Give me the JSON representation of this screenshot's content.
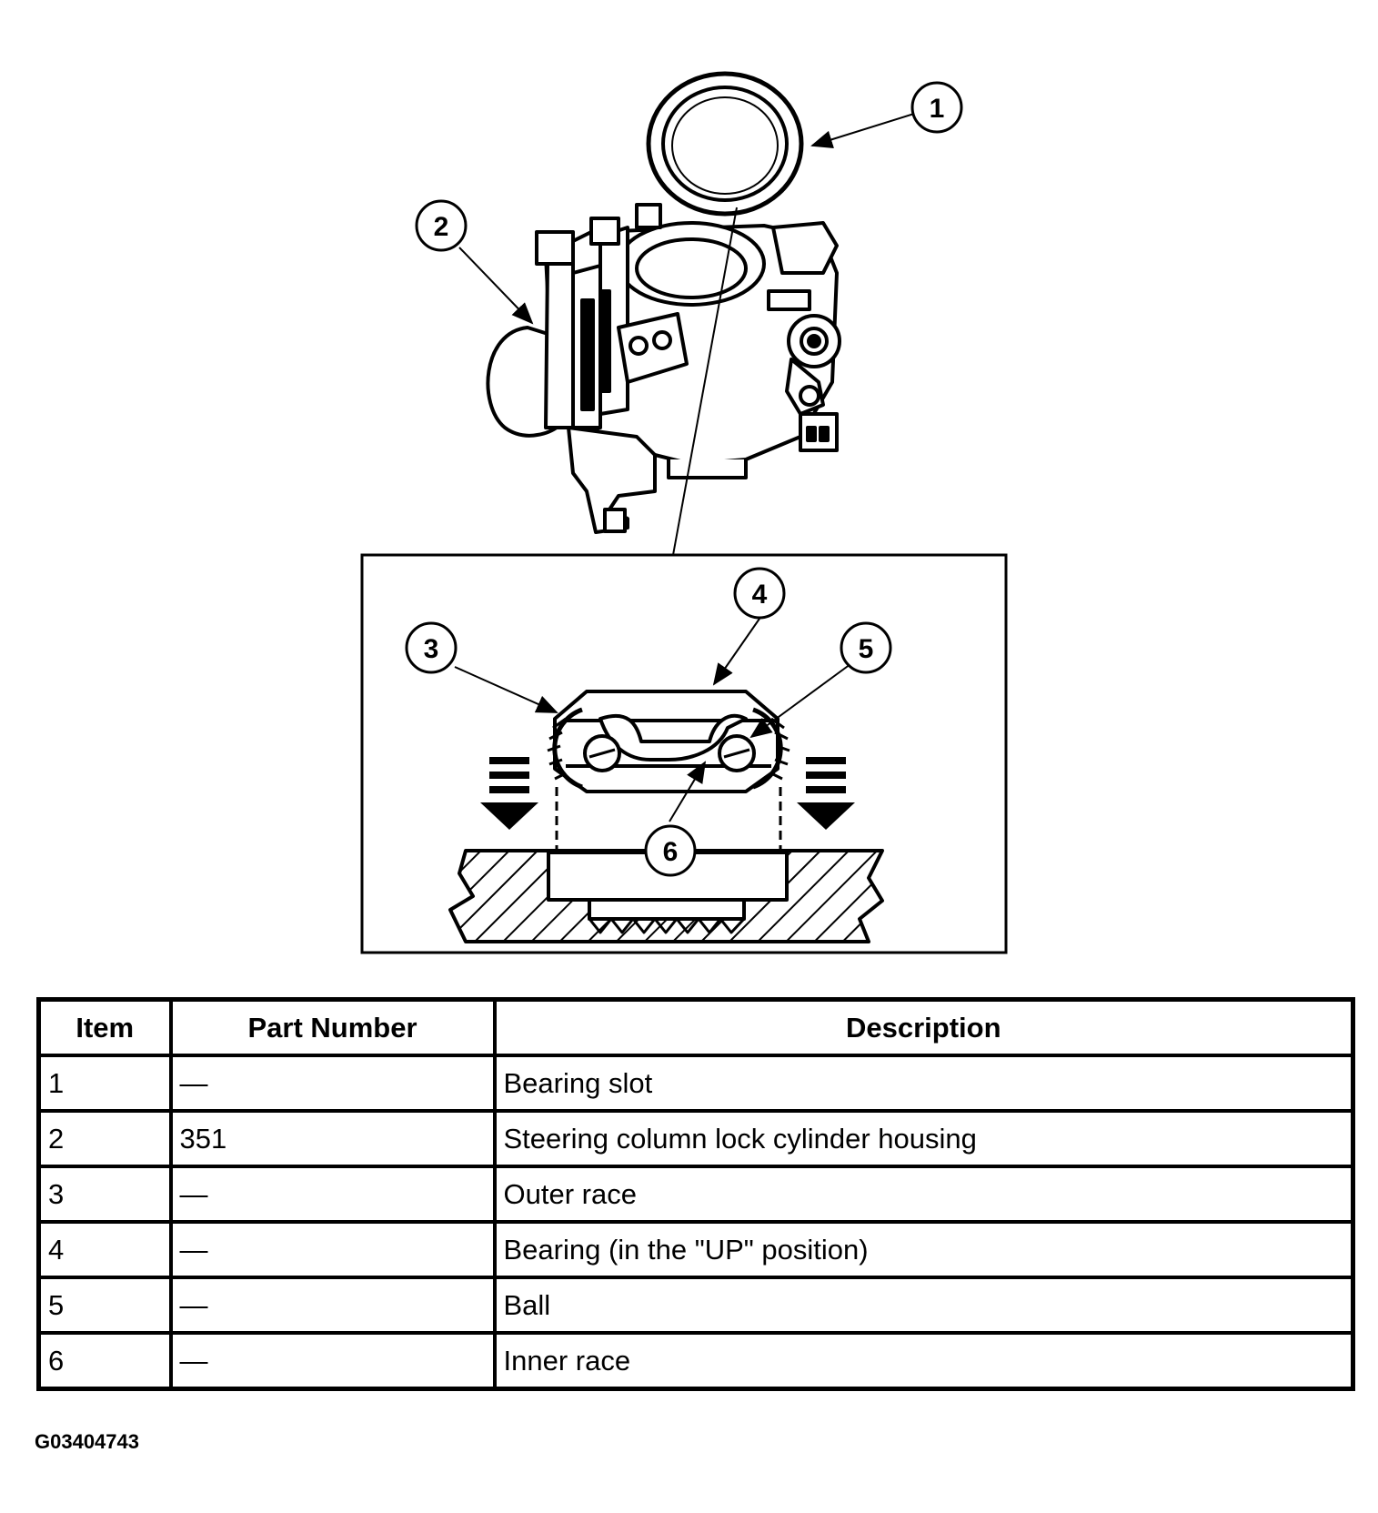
{
  "callouts": [
    "1",
    "2",
    "3",
    "4",
    "5",
    "6"
  ],
  "table": {
    "headers": [
      "Item",
      "Part Number",
      "Description"
    ],
    "rows": [
      {
        "item": "1",
        "part": "—",
        "desc": "Bearing slot"
      },
      {
        "item": "2",
        "part": "351",
        "desc": "Steering column lock cylinder housing"
      },
      {
        "item": "3",
        "part": "—",
        "desc": "Outer race"
      },
      {
        "item": "4",
        "part": "—",
        "desc": "Bearing (in the \"UP\" position)"
      },
      {
        "item": "5",
        "part": "—",
        "desc": "Ball"
      },
      {
        "item": "6",
        "part": "—",
        "desc": "Inner race"
      }
    ]
  },
  "figure_id": "G03404743"
}
